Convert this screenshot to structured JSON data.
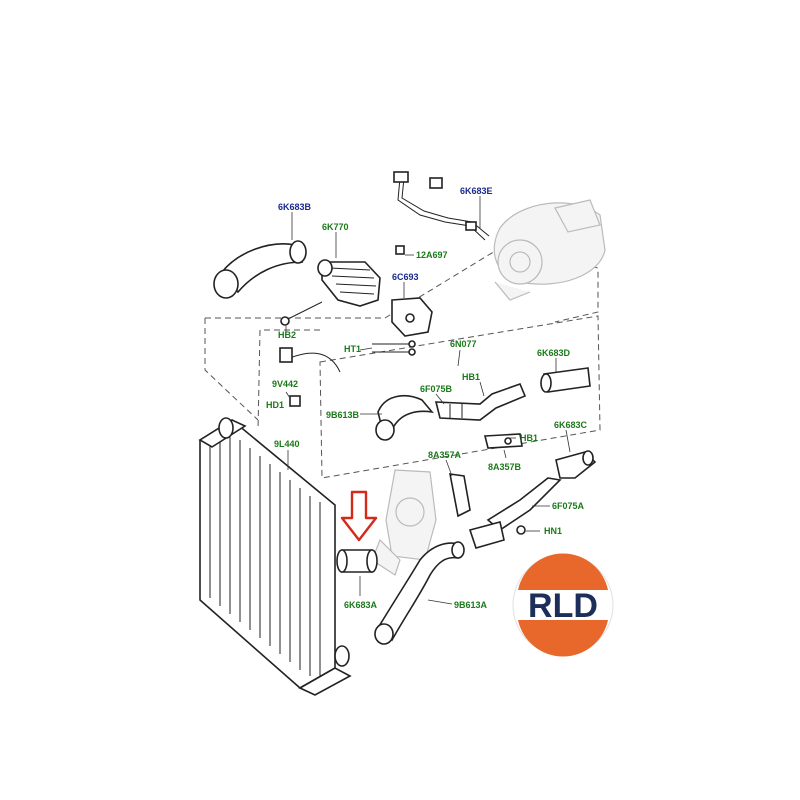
{
  "labels": {
    "l6K683B": "6K683B",
    "l6K770": "6K770",
    "l6K683E": "6K683E",
    "l12A697": "12A697",
    "l6C693": "6C693",
    "lHB2": "HB2",
    "lHT1": "HT1",
    "l6N077": "6N077",
    "l6K683D": "6K683D",
    "l9V442": "9V442",
    "lHD1": "HD1",
    "l6F075B": "6F075B",
    "lHB1a": "HB1",
    "l9B613B": "9B613B",
    "lHB1b": "HB1",
    "l6K683C": "6K683C",
    "l9L440": "9L440",
    "l8A357A": "8A357A",
    "l8A357B": "8A357B",
    "l6F075A": "6F075A",
    "lHN1": "HN1",
    "l6K683A": "6K683A",
    "l9B613A": "9B613A"
  },
  "logo": {
    "text": "RLD"
  },
  "colors": {
    "label_green": "#1a7a1a",
    "label_blue": "#1a2a8a",
    "arrow_red": "#d42a1a",
    "logo_orange": "#e8672a",
    "logo_navy": "#1c2f5a"
  },
  "icons": {
    "highlight_arrow": "arrow-down-icon"
  }
}
